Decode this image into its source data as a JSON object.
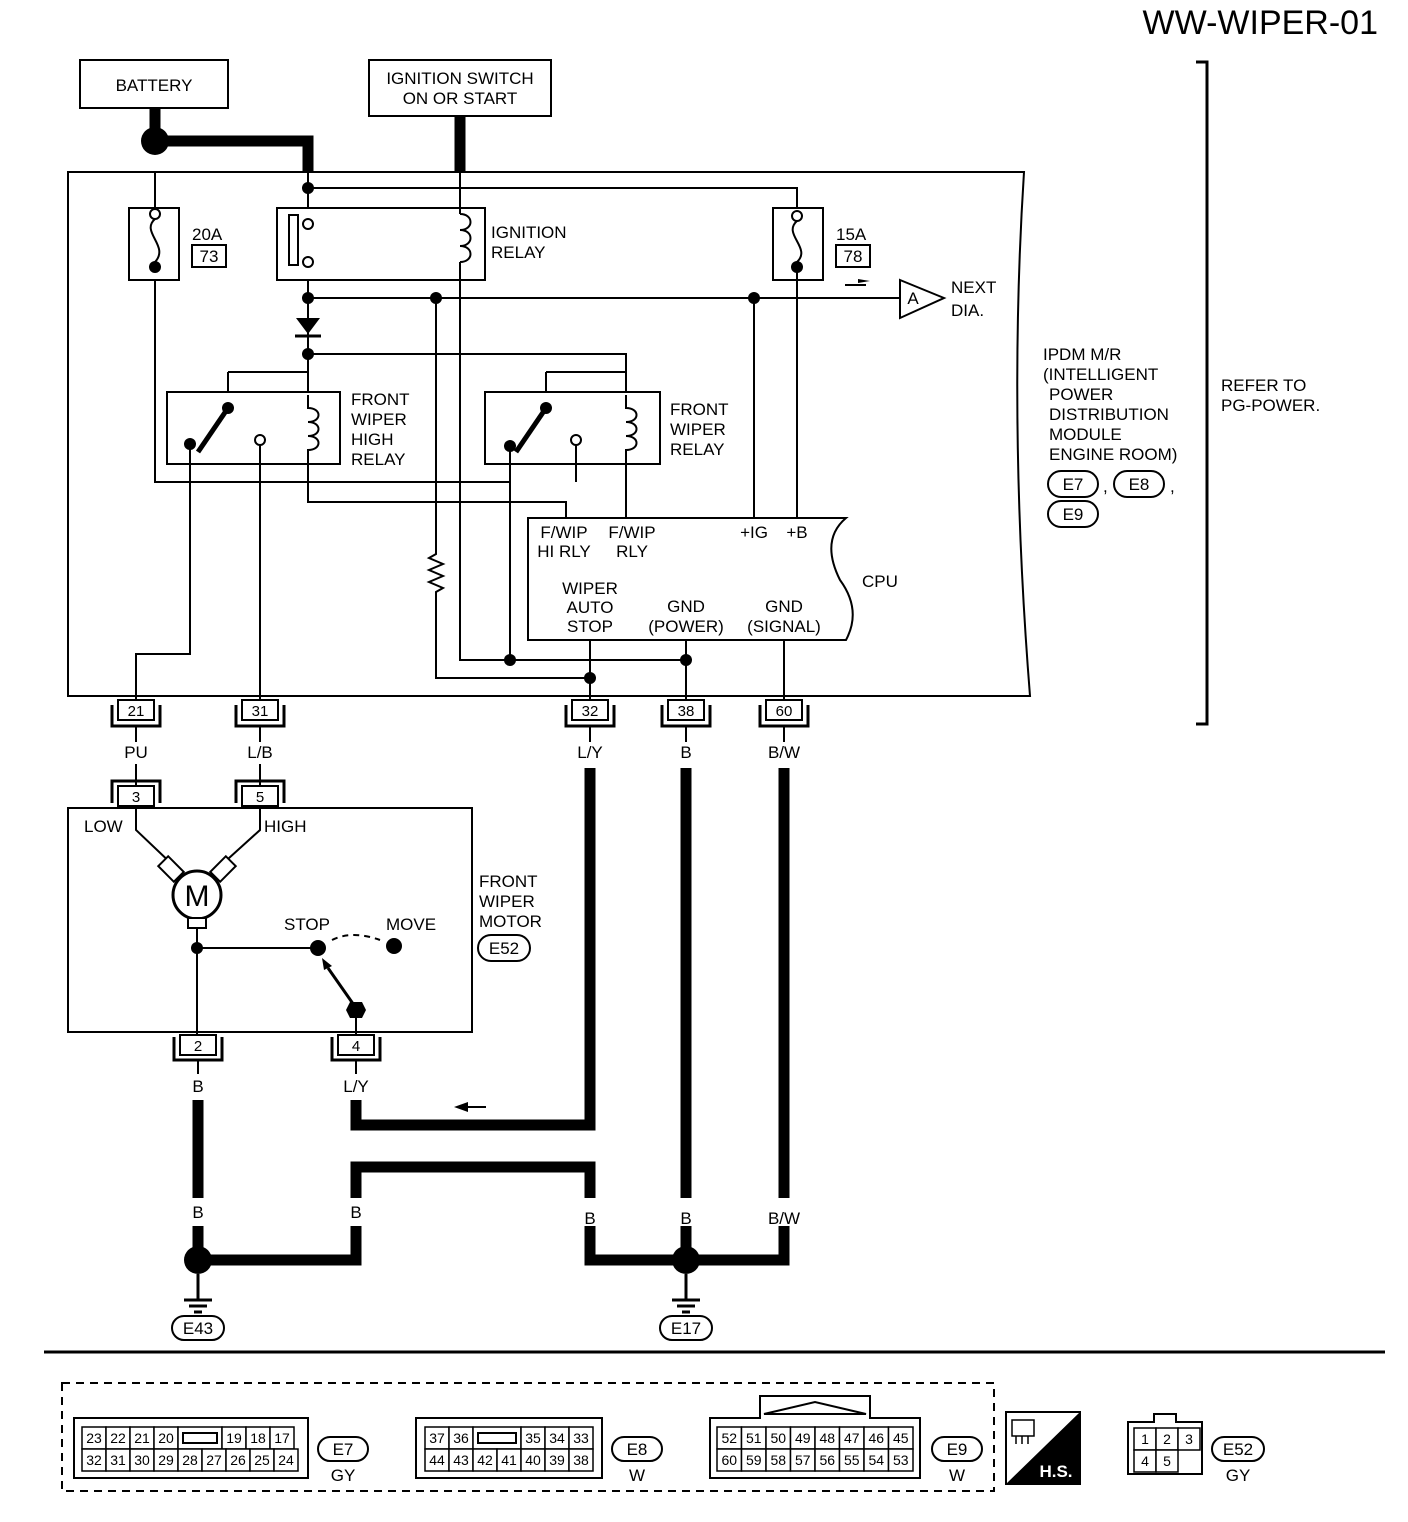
{
  "title": "WW-WIPER-01",
  "sources": {
    "battery": "BATTERY",
    "ignition_line1": "IGNITION SWITCH",
    "ignition_line2": "ON OR START"
  },
  "fuses": [
    {
      "rating": "20A",
      "number": "73"
    },
    {
      "rating": "15A",
      "number": "78"
    }
  ],
  "relays": {
    "ignition": [
      "IGNITION",
      "RELAY"
    ],
    "front_wiper_high": [
      "FRONT",
      "WIPER",
      "HIGH",
      "RELAY"
    ],
    "front_wiper": [
      "FRONT",
      "WIPER",
      "RELAY"
    ]
  },
  "next_diagram": {
    "connector": "A",
    "line1": "NEXT",
    "line2": "DIA."
  },
  "module": {
    "lines": [
      "IPDM M/R",
      "(INTELLIGENT",
      "POWER",
      "DISTRIBUTION",
      "MODULE",
      "ENGINE ROOM)"
    ],
    "connectors": [
      "E7",
      "E8",
      "E9"
    ],
    "separator": ","
  },
  "refer": [
    "REFER TO",
    "PG-POWER."
  ],
  "cpu": {
    "name": "CPU",
    "hi_rly": [
      "F/WIP",
      "HI RLY"
    ],
    "rly": [
      "F/WIP",
      "RLY"
    ],
    "ig": "+IG",
    "b": "+B",
    "auto_stop": [
      "WIPER",
      "AUTO",
      "STOP"
    ],
    "gnd_power": [
      "GND",
      "(POWER)"
    ],
    "gnd_signal": [
      "GND",
      "(SIGNAL)"
    ]
  },
  "module_pins": [
    {
      "pin": "21",
      "color": "PU"
    },
    {
      "pin": "31",
      "color": "L/B"
    },
    {
      "pin": "32",
      "color": "L/Y"
    },
    {
      "pin": "38",
      "color": "B"
    },
    {
      "pin": "60",
      "color": "B/W"
    }
  ],
  "motor": {
    "name": [
      "FRONT",
      "WIPER",
      "MOTOR"
    ],
    "connector": "E52",
    "pin_low": "3",
    "pin_high": "5",
    "low": "LOW",
    "high": "HIGH",
    "symbol": "M",
    "stop": "STOP",
    "move": "MOVE",
    "pin_gnd": "2",
    "pin_stop": "4",
    "wire_gnd": "B",
    "wire_stop": "L/Y"
  },
  "ground_wires": {
    "w1": "B",
    "w2": "B",
    "w3": "B",
    "w4": "B",
    "w5": "B/W"
  },
  "grounds": [
    "E43",
    "E17"
  ],
  "connector_views": {
    "e7": {
      "id": "E7",
      "color": "GY",
      "row1": [
        "23",
        "22",
        "21",
        "20",
        "",
        "19",
        "18",
        "17"
      ],
      "row2": [
        "32",
        "31",
        "30",
        "29",
        "28",
        "27",
        "26",
        "25",
        "24"
      ]
    },
    "e8": {
      "id": "E8",
      "color": "W",
      "row1": [
        "37",
        "36",
        "",
        "35",
        "34",
        "33"
      ],
      "row2": [
        "44",
        "43",
        "42",
        "41",
        "40",
        "39",
        "38"
      ]
    },
    "e9": {
      "id": "E9",
      "color": "W",
      "row1": [
        "52",
        "51",
        "50",
        "49",
        "48",
        "47",
        "46",
        "45"
      ],
      "row2": [
        "60",
        "59",
        "58",
        "57",
        "56",
        "55",
        "54",
        "53"
      ]
    },
    "hs": "H.S.",
    "e52": {
      "id": "E52",
      "color": "GY",
      "row1": [
        "1",
        "2",
        "3"
      ],
      "row2": [
        "4",
        "5"
      ]
    }
  }
}
